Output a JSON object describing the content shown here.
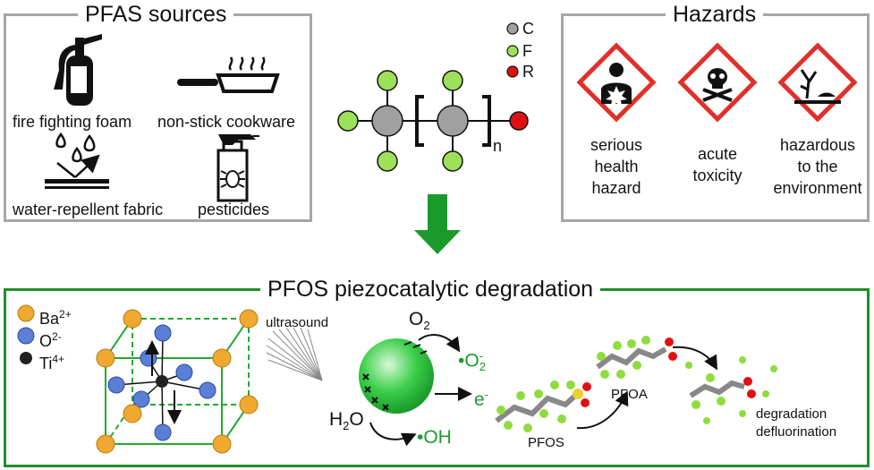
{
  "sources": {
    "title": "PFAS sources",
    "items": [
      "fire fighting foam",
      "non-stick cookware",
      "water-repellent fabric",
      "pesticides"
    ]
  },
  "structure": {
    "legend": [
      "C",
      "F",
      "R"
    ],
    "subscript": "n",
    "colors": {
      "C": "#a0a0a0",
      "F": "#9ee05a",
      "R": "#e01010"
    }
  },
  "hazards": {
    "title": "Hazards",
    "items": [
      [
        "serious",
        "health",
        "hazard"
      ],
      [
        "acute",
        "toxicity"
      ],
      [
        "hazardous",
        "to the",
        "environment"
      ]
    ],
    "colors": {
      "diamond": "#e0302b"
    }
  },
  "degradation": {
    "title": "PFOS piezocatalytic degradation",
    "ions": [
      {
        "base": "Ba",
        "sup": "2+",
        "color": "#f0a830"
      },
      {
        "base": "O",
        "sup": "2-",
        "color": "#5b7fd6"
      },
      {
        "base": "Ti",
        "sup": "4+",
        "color": "#222222"
      }
    ],
    "ultrasound": "ultrasound",
    "o2": {
      "base": "O",
      "sub": "2"
    },
    "superoxide": {
      "dot": "•",
      "base": "O",
      "sup": "-",
      "sub": "2"
    },
    "electron": {
      "base": "e",
      "sup": "-"
    },
    "water": {
      "base": "H",
      "sub": "2",
      "tail": "O"
    },
    "hydroxyl": "•OH",
    "pfos": "PFOS",
    "pfoa": "PFOA",
    "result1": "degradation",
    "result2": "defluorination",
    "colors": {
      "frame": "#1f8f2a",
      "arrow": "#1a9a2a",
      "species": "#1f9a2e"
    }
  }
}
